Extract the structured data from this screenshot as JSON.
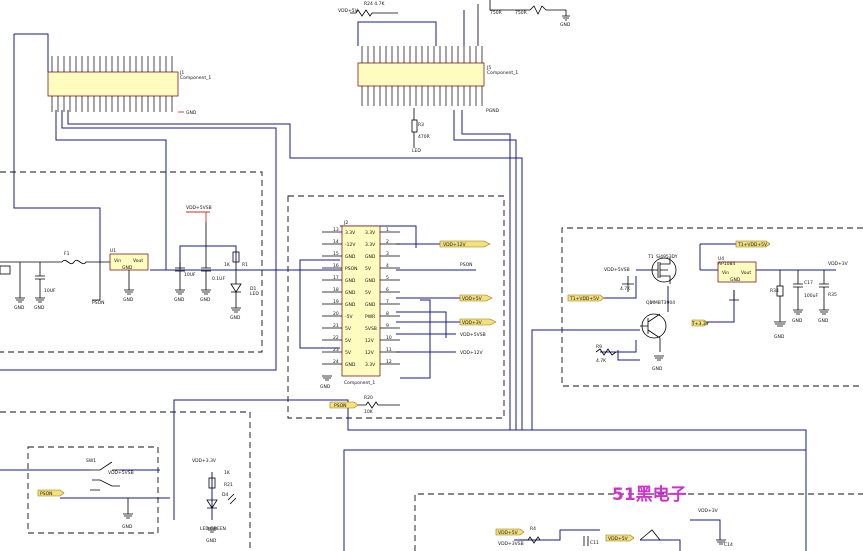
{
  "watermark": "51黑电子",
  "colors": {
    "wire": "#1a1a8c",
    "component_fill": "#fffcc0",
    "flag_fill": "#f5e07a",
    "watermark": "#cc33cc",
    "net_red": "#c03030"
  },
  "components": {
    "p1": {
      "ref": "J1",
      "name": "Component_1"
    },
    "p2": {
      "ref": "J5",
      "name": "Component_1"
    },
    "atx": {
      "ref": "J2",
      "name": "Component_1"
    },
    "u1": {
      "ref": "U1",
      "pin_in": "Vin",
      "pin_out": "Vout",
      "pin_gnd": "GND"
    },
    "u4": {
      "ref": "U4",
      "pin_in": "Vin",
      "pin_out": "Vout",
      "pin_gnd": "GND",
      "part": "AP1084"
    },
    "mosfet": {
      "ref": "T1",
      "part": "Si4953DY"
    },
    "npn": {
      "ref": "Q1",
      "part": "MMBT3904"
    },
    "sw1": {
      "ref": "SW1"
    },
    "d1": {
      "ref": "D1",
      "part": "LED"
    },
    "d4": {
      "ref": "D4",
      "part": "LED GREEN"
    }
  },
  "atx_pins_left": [
    {
      "num": "13",
      "name": "3.3V"
    },
    {
      "num": "14",
      "name": "-12V"
    },
    {
      "num": "15",
      "name": "GND"
    },
    {
      "num": "16",
      "name": "PSON"
    },
    {
      "num": "17",
      "name": "GND"
    },
    {
      "num": "18",
      "name": "GND"
    },
    {
      "num": "19",
      "name": "GND"
    },
    {
      "num": "20",
      "name": "-5V"
    },
    {
      "num": "21",
      "name": "5V"
    },
    {
      "num": "22",
      "name": "5V"
    },
    {
      "num": "23",
      "name": "5V"
    },
    {
      "num": "24",
      "name": "GND"
    }
  ],
  "atx_pins_right": [
    {
      "num": "1",
      "name": "3.3V"
    },
    {
      "num": "2",
      "name": "3.3V"
    },
    {
      "num": "3",
      "name": "GND"
    },
    {
      "num": "4",
      "name": "5V"
    },
    {
      "num": "5",
      "name": "GND"
    },
    {
      "num": "6",
      "name": "5V"
    },
    {
      "num": "7",
      "name": "GND"
    },
    {
      "num": "8",
      "name": "PWR"
    },
    {
      "num": "9",
      "name": "5VSB"
    },
    {
      "num": "10",
      "name": "12V"
    },
    {
      "num": "11",
      "name": "12V"
    },
    {
      "num": "12",
      "name": "3.3V"
    }
  ],
  "net_labels": {
    "vdd12": "VDD+12V",
    "pson": "PSON",
    "vdd5": "VDD+5V",
    "vdd3v3": "VDD+3V",
    "vdd5vsb": "VDD+5VSB",
    "v12": "VDD+12V",
    "led": "LED",
    "t1vdd": "T1+VDD+5V",
    "t1vdd2": "T1+VDD+5V",
    "t3v3": "T+3.3V",
    "vcc3v3": "VDD+3.3V",
    "vdd5vsb2": "VDD+5VSB",
    "vdd5vsb3": "VDD+5VSB",
    "vdd33": "VDD+3V",
    "vdd3v": "VDD+3V",
    "vddtop": "VDD+5V",
    "vdd_bl": "VDD+5V",
    "vdd_b2": "VDD+3VSB",
    "vdd_b3": "VDD+5V",
    "pson_bl": "PSON",
    "sw_vdd": "VDD+5VSB",
    "r_vdd": "VDD+3.3V",
    "gnd": "GND",
    "gnd_out": "PGND"
  },
  "values": {
    "r24": "R24 4.7K",
    "r_top1": "750R",
    "r_top2": "750R",
    "r3": "R3",
    "r3v": "470R",
    "c10": "10UF",
    "c_a": "10UF",
    "c_b": "0.1UF",
    "r1k": "1K",
    "r1": "R1",
    "f1": "F1",
    "r20": "R20",
    "r20v": "10K",
    "r9": "R9",
    "r9v": "4.7K",
    "c17": "C17",
    "c17v": "100uF",
    "r_out": "R34",
    "r_out2": "R35",
    "r21": "R21",
    "r21v": "1K",
    "c_res": "C14",
    "r_d": "R4",
    "r_e": "C11"
  },
  "atx_ref": "J2",
  "atx_name": "Component_1"
}
